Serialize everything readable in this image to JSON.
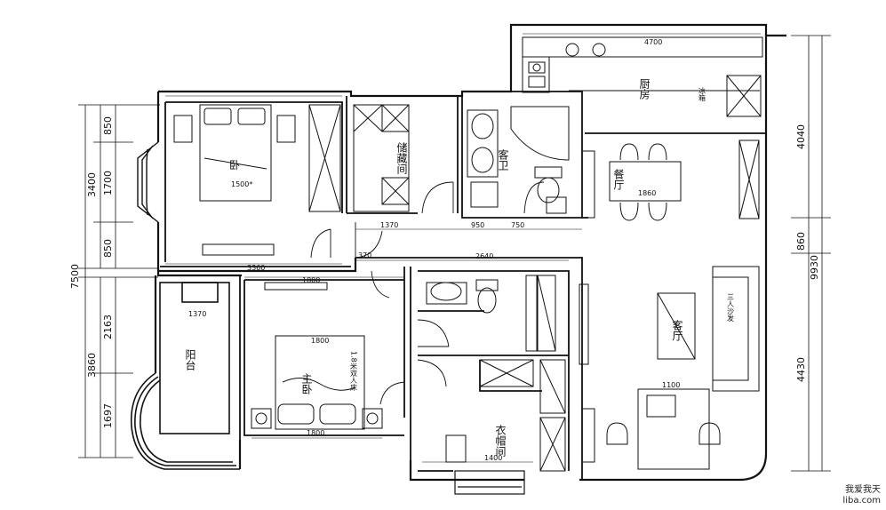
{
  "rooms": {
    "master_bedroom": "主卧",
    "second_bedroom": "卧",
    "cloakroom_top": "储藏间",
    "guest_bath": "客卫",
    "kitchen": "厨房",
    "dining": "餐厅",
    "living": "客厅",
    "balcony": "阳台",
    "cloakroom_bottom": "衣帽间"
  },
  "dimensions_left": {
    "total": "7500",
    "upper_group": "3400",
    "upper_a": "850",
    "upper_b": "1700",
    "upper_c": "850",
    "lower_group": "3860",
    "lower_a": "2163",
    "lower_b": "1697"
  },
  "dimensions_right": {
    "total": "9930",
    "a": "4040",
    "b": "860",
    "c": "4430"
  },
  "dimensions_inner": {
    "d1": "3360",
    "d2": "1370",
    "d3": "2640",
    "d4": "1800",
    "d5": "1800",
    "d6": "1400",
    "d7": "1100",
    "d8": "4700",
    "d9": "1370",
    "d10": "1800",
    "d11": "950",
    "d12": "750",
    "d13": "1860",
    "d14": "370"
  },
  "furniture_labels": {
    "sofa": "三人沙发",
    "bed_master": "1.8米双人床",
    "bed_second": "1500*",
    "fridge": "冰箱"
  },
  "watermark": {
    "line1": "我爱我天",
    "line2": "liba.com"
  }
}
